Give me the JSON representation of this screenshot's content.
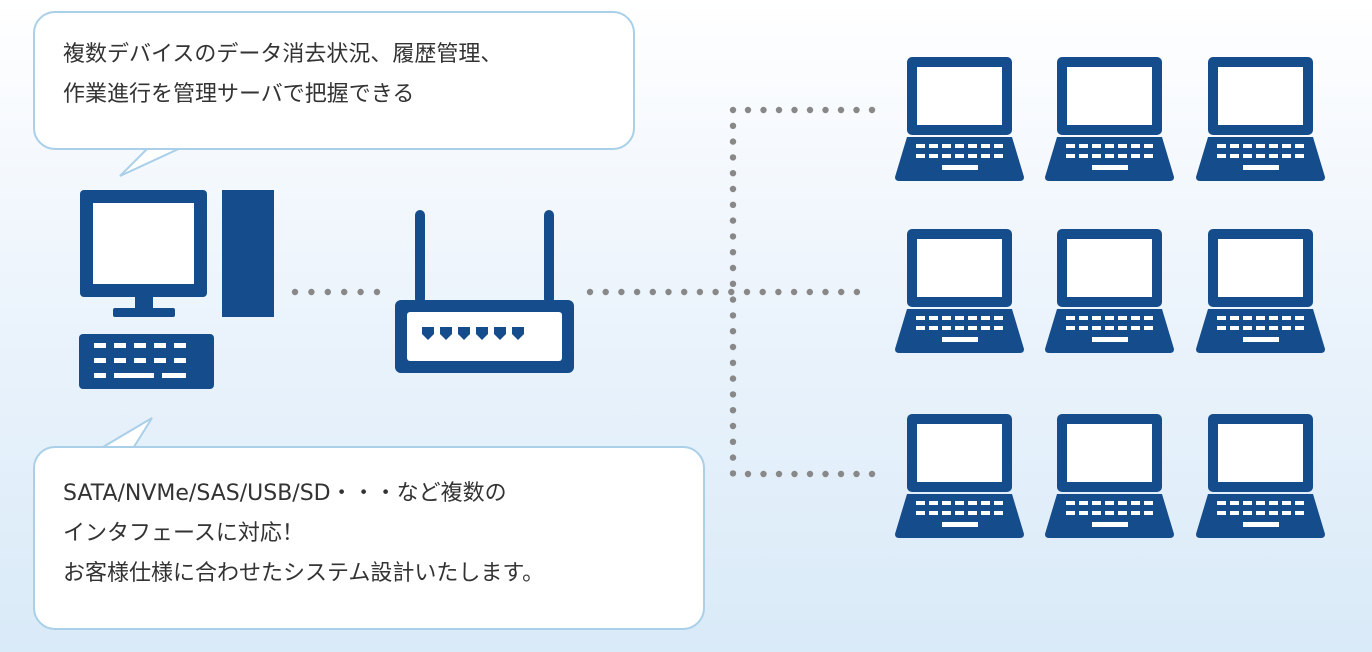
{
  "colors": {
    "device": "#154c8b",
    "dots": "#888888",
    "bubble_border": "#a9cfe9",
    "bubble_fill": "#ffffff",
    "text": "#333333"
  },
  "bubbles": {
    "top": {
      "lines": [
        "複数デバイスのデータ消去状況、履歴管理、",
        "作業進行を管理サーバで把握できる"
      ]
    },
    "bottom": {
      "lines": [
        "SATA/NVMe/SAS/USB/SD・・・など複数の",
        "インタフェースに対応！",
        "お客様仕様に合わせたシステム設計いたします。"
      ]
    }
  },
  "nodes": {
    "server": {
      "icon": "desktop-pc-icon"
    },
    "router": {
      "icon": "router-icon"
    },
    "clients": {
      "icon": "laptop-icon",
      "rows": 3,
      "columns": 3
    }
  }
}
